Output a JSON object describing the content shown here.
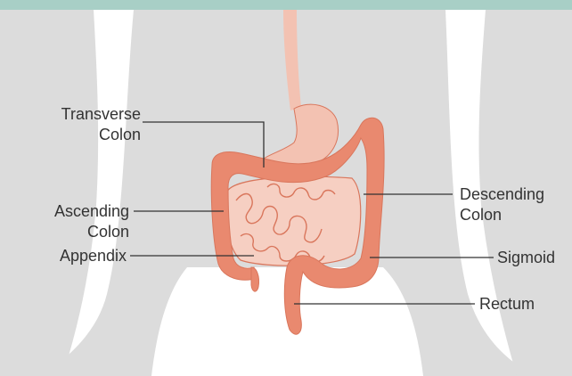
{
  "colors": {
    "header_band": "#a8cfc6",
    "body_silhouette": "#dcdcdc",
    "colon": "#e9896f",
    "colon_stroke": "#d9765c",
    "stomach": "#f3c2b2",
    "small_intestine": "#f6cfc2",
    "esophagus": "#f3c2b2",
    "leader_line": "#333333",
    "label_text": "#333333"
  },
  "labels": {
    "transverse": {
      "line1": "Transverse",
      "line2": "Colon"
    },
    "ascending": {
      "line1": "Ascending",
      "line2": "Colon"
    },
    "appendix": "Appendix",
    "descending": {
      "line1": "Descending",
      "line2": "Colon"
    },
    "sigmoid": "Sigmoid",
    "rectum": "Rectum"
  }
}
